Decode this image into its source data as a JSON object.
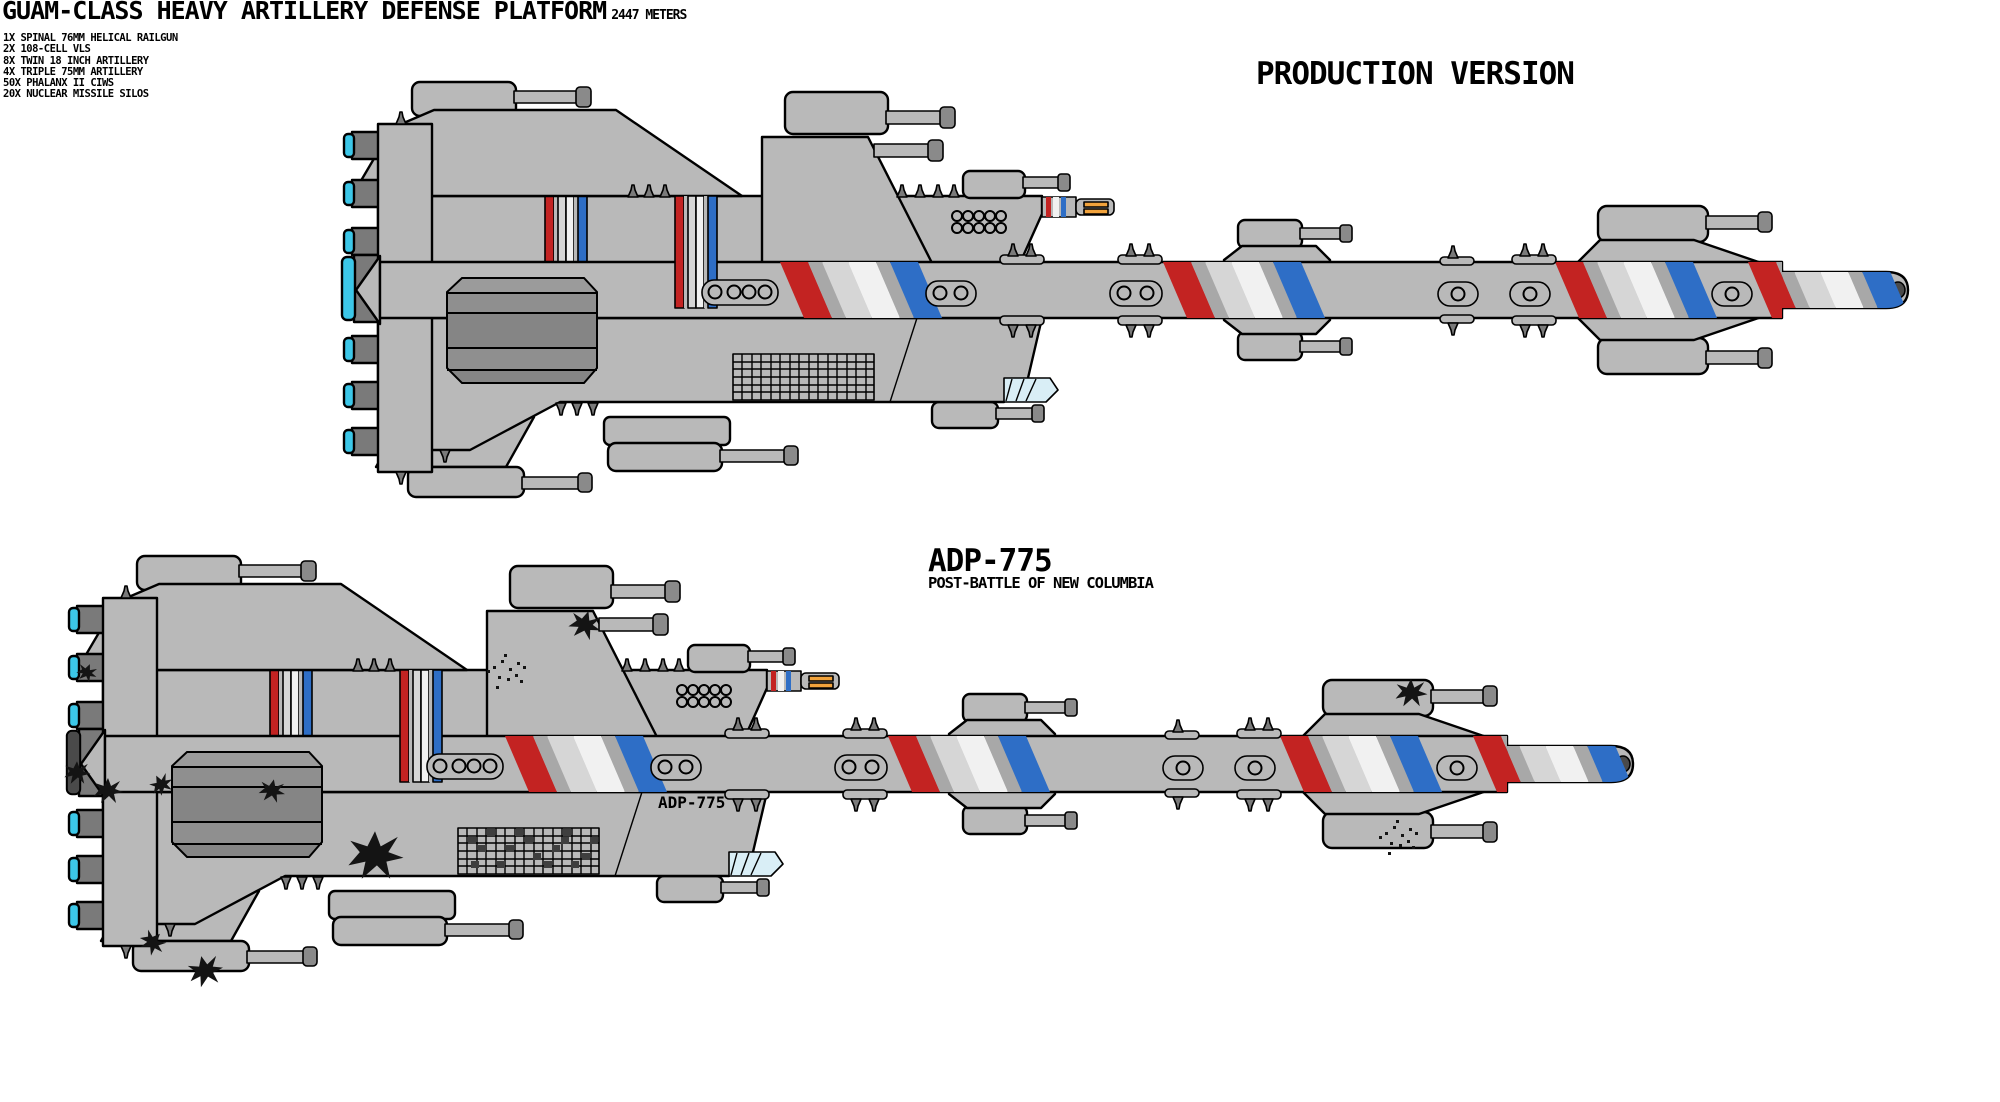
{
  "header": {
    "title": "GUAM-CLASS HEAVY ARTILLERY DEFENSE PLATFORM",
    "length_label": "2447 METERS",
    "specs": [
      "1X SPINAL 76MM HELICAL RAILGUN",
      "2X 108-CELL VLS",
      "8X TWIN 18 INCH ARTILLERY",
      "4X TRIPLE 75MM ARTILLERY",
      "50X PHALANX II CIWS",
      "20X NUCLEAR MISSILE SILOS"
    ]
  },
  "ships": {
    "production": {
      "label": "PRODUCTION VERSION"
    },
    "adp775": {
      "label": "ADP-775",
      "sublabel": "POST-BATTLE OF NEW COLUMBIA",
      "hull_code": "ADP-775"
    }
  },
  "colors": {
    "background": "#ffffff",
    "text": "#000000",
    "outline": "#000000",
    "hull": "#b9b9b9",
    "silo": "#7a7a7a",
    "cyan": "#3cc7e8",
    "red": "#c32322",
    "blue": "#2e6ec6",
    "white": "#f1f1f1",
    "silver": "#d6d6d6",
    "gap": "#a8a8a8",
    "orange": "#f2a33c",
    "radiator": "#d9eef6",
    "dome": "#8f8f8f",
    "dome_light": "#9b9b9b",
    "dome_dark": "#858585",
    "muzzle": "#8a8a8a",
    "cap": "#4a4a4a",
    "damage": "#141414",
    "grid_damage": "#3f3f3f"
  }
}
